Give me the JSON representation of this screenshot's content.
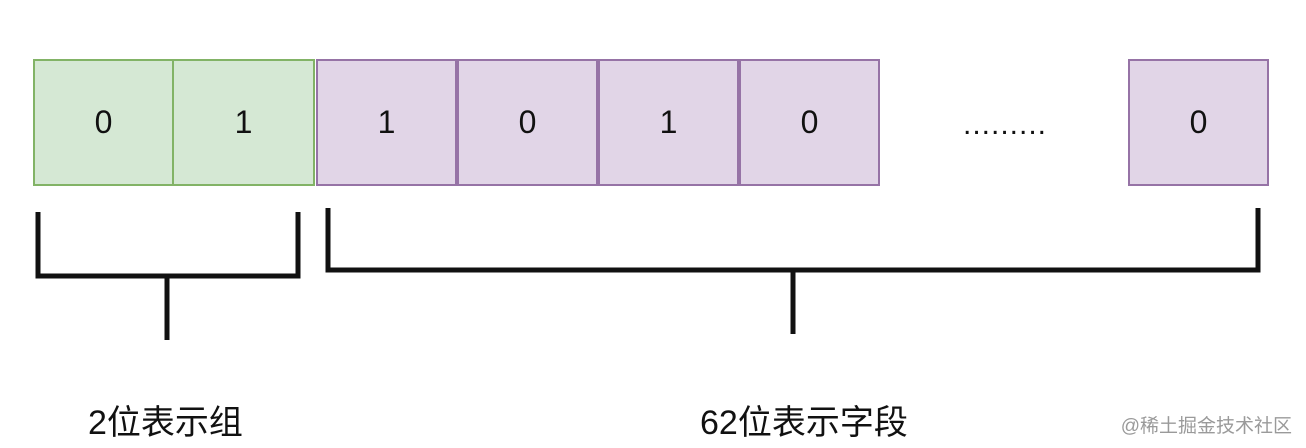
{
  "diagram": {
    "group_bits": [
      "0",
      "1"
    ],
    "field_bits": [
      "1",
      "0",
      "1",
      "0"
    ],
    "ellipsis": ".........",
    "last_bit": "0",
    "group_label": "2位表示组",
    "field_label": "62位表示字段",
    "colors": {
      "group_fill": "#d5e8d4",
      "group_border": "#82b366",
      "field_fill": "#e1d5e7",
      "field_border": "#9673a6",
      "bracket": "#111111"
    }
  },
  "watermark": "@稀土掘金技术社区"
}
